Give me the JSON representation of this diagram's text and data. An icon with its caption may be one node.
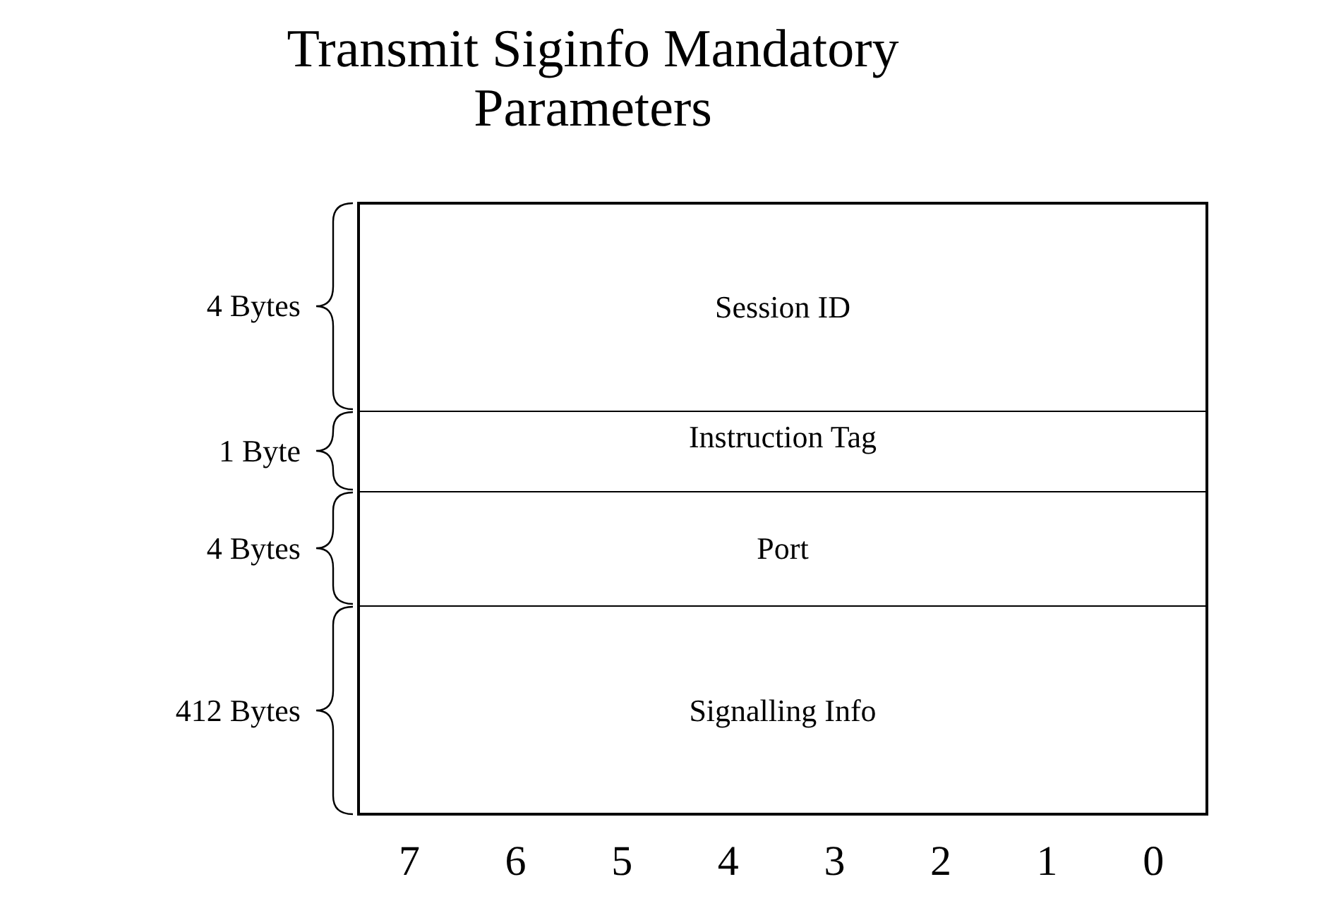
{
  "diagram": {
    "title": "Transmit Siginfo Mandatory Parameters",
    "nodes": [
      {
        "text": [
          "Session ID"
        ],
        "beside": [
          "4 Bytes"
        ]
      },
      {
        "text": [
          "Instruction Tag"
        ],
        "beside": [
          "1 Byte"
        ]
      },
      {
        "text": [
          "Port"
        ],
        "beside": [
          "4 Bytes"
        ]
      },
      {
        "text": [
          "Signalling Info"
        ],
        "beside": [
          "412 Bytes"
        ]
      }
    ],
    "labels": [
      "7",
      "6",
      "5",
      "4",
      "3",
      "2",
      "1",
      "0"
    ]
  }
}
